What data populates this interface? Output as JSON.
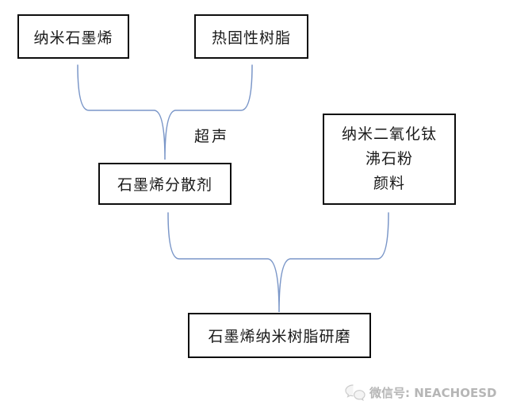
{
  "flowchart": {
    "nodes": [
      {
        "id": "nano-graphene",
        "label": "纳米石墨烯"
      },
      {
        "id": "thermosetting-resin",
        "label": "热固性树脂"
      },
      {
        "id": "graphene-dispersant",
        "label": "石墨烯分散剂"
      },
      {
        "id": "additives",
        "lines": [
          "纳米二氧化钛",
          "沸石粉",
          "颜料"
        ]
      },
      {
        "id": "grinding",
        "label": "石墨烯纳米树脂研磨"
      }
    ],
    "edge_labels": {
      "ultrasonic": "超声"
    },
    "style": {
      "brace_color": "#7a96c8",
      "border_color": "#0d0d0d",
      "text_color": "#1a1a1a",
      "background": "#ffffff"
    }
  },
  "watermark": {
    "icon": "wechat-icon",
    "text": "微信号: NEACHOESD",
    "color": "#b6b6b6"
  }
}
